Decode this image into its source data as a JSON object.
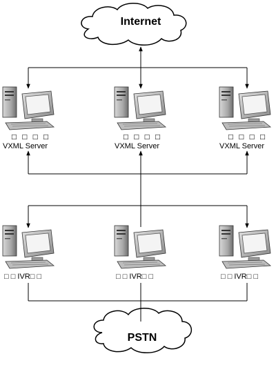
{
  "clouds": {
    "top": "Internet",
    "bottom": "PSTN"
  },
  "vxml_servers": [
    {
      "glyphs": "□ □ □ □",
      "label": "VXML  Server"
    },
    {
      "glyphs": "□ □ □ □",
      "label": "VXML  Server"
    },
    {
      "glyphs": "□ □ □ □",
      "label": "VXML  Server"
    }
  ],
  "ivr_nodes": [
    {
      "label": "□ □ IVR□ □"
    },
    {
      "label": "□ □ IVR□ □"
    },
    {
      "label": "□ □ IVR□ □"
    }
  ]
}
